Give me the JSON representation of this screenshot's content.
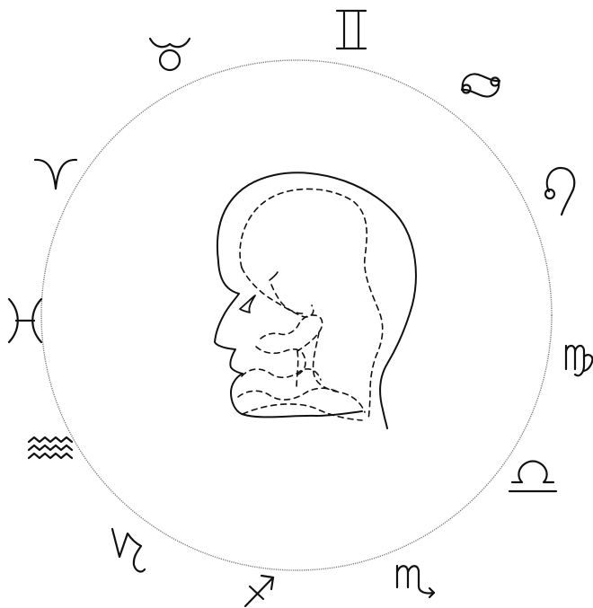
{
  "symbols": [
    {
      "id": "aries",
      "icon": "aries-icon"
    },
    {
      "id": "taurus",
      "icon": "taurus-icon"
    },
    {
      "id": "gemini",
      "icon": "gemini-icon"
    },
    {
      "id": "cancer",
      "icon": "cancer-icon"
    },
    {
      "id": "leo",
      "icon": "leo-icon"
    },
    {
      "id": "virgo",
      "icon": "virgo-icon"
    },
    {
      "id": "libra",
      "icon": "libra-icon"
    },
    {
      "id": "scorpio",
      "icon": "scorpio-icon"
    },
    {
      "id": "sagittarius",
      "icon": "sagittarius-icon"
    },
    {
      "id": "capricorn",
      "icon": "capricorn-icon"
    },
    {
      "id": "aquarius",
      "icon": "aquarius-icon"
    },
    {
      "id": "pisces",
      "icon": "pisces-icon"
    }
  ],
  "colors": {
    "ink": "#111111",
    "ring": "#777777",
    "background": "#ffffff"
  }
}
